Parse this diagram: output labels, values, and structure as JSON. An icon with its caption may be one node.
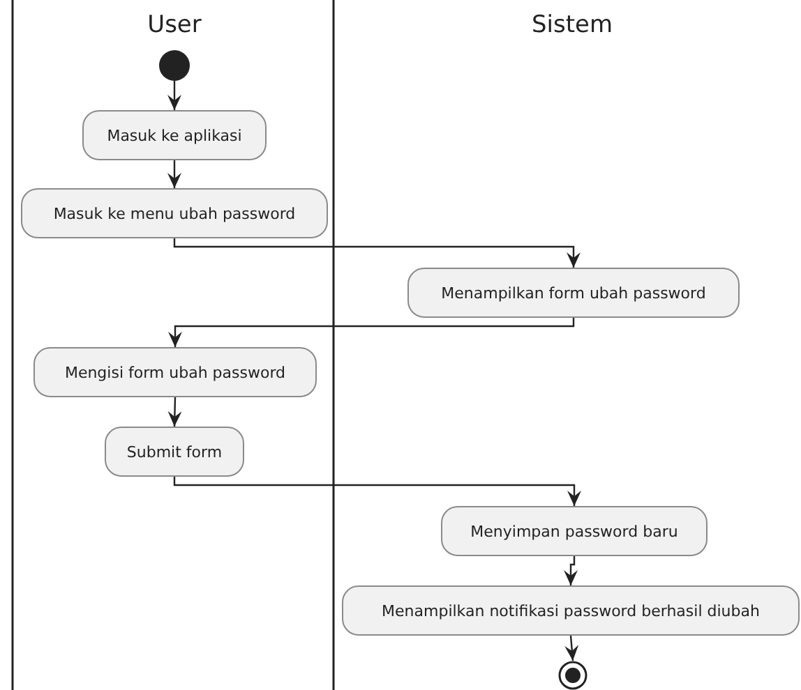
{
  "diagram": {
    "nodes": [
      {
        "text": [],
        "shape": "circle"
      },
      {
        "text": [
          "Masuk ke aplikasi"
        ]
      },
      {
        "text": [
          "Masuk ke menu ubah password"
        ]
      },
      {
        "text": [
          "Menampilkan form ubah password"
        ]
      },
      {
        "text": [
          "Mengisi form ubah password"
        ]
      },
      {
        "text": [
          "Submit form"
        ]
      },
      {
        "text": [
          "Menyimpan password baru"
        ]
      },
      {
        "text": [
          "Menampilkan notifikasi password berhasil diubah"
        ]
      },
      {
        "text": [],
        "shape": "circle"
      }
    ],
    "edges": [
      {
        "from": 0,
        "to": 1,
        "arrow": "to"
      },
      {
        "from": 1,
        "to": 2,
        "arrow": "to"
      },
      {
        "from": 2,
        "to": 3,
        "arrow": "to"
      },
      {
        "from": 3,
        "to": 4,
        "arrow": "to"
      },
      {
        "from": 4,
        "to": 5,
        "arrow": "to"
      },
      {
        "from": 5,
        "to": 6,
        "arrow": "to"
      },
      {
        "from": 6,
        "to": 7,
        "arrow": "to"
      },
      {
        "from": 7,
        "to": 8,
        "arrow": "to"
      }
    ],
    "labels": [
      "User",
      "Sistem"
    ]
  }
}
